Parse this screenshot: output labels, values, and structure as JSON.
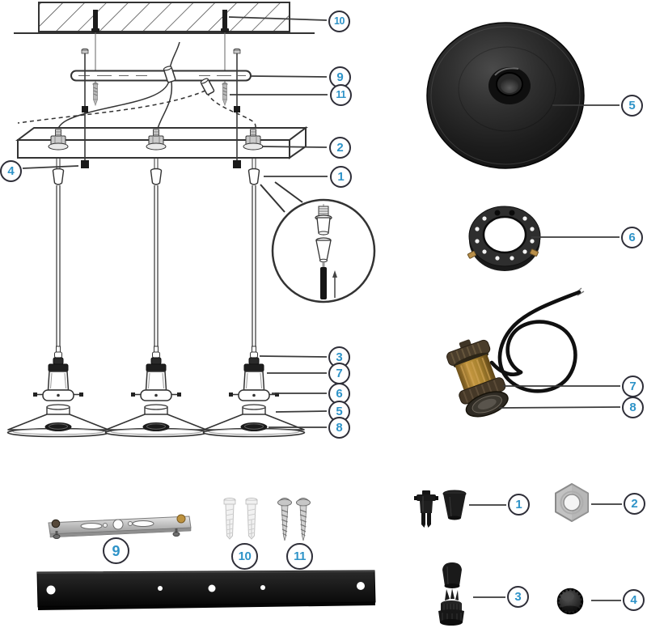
{
  "colors": {
    "background": "#ffffff",
    "line_art": "#333333",
    "callout_number": "#2e93c8",
    "callout_ring": "#2e2e38",
    "brass_socket": "#a8822f",
    "black_parts": "#1a1a1a",
    "metal_silver": "#c9c9c9"
  },
  "callouts": {
    "d10": "10",
    "d9": "9",
    "d11": "11",
    "d2": "2",
    "d1": "1",
    "d4": "4",
    "d3": "3",
    "d7": "7",
    "d6": "6",
    "d5": "5",
    "d8": "8",
    "p5": "5",
    "p6": "6",
    "p7": "7",
    "p8": "8",
    "b9": "9",
    "b10": "10",
    "b11": "11",
    "b1": "1",
    "b2": "2",
    "b3": "3",
    "b4": "4"
  }
}
